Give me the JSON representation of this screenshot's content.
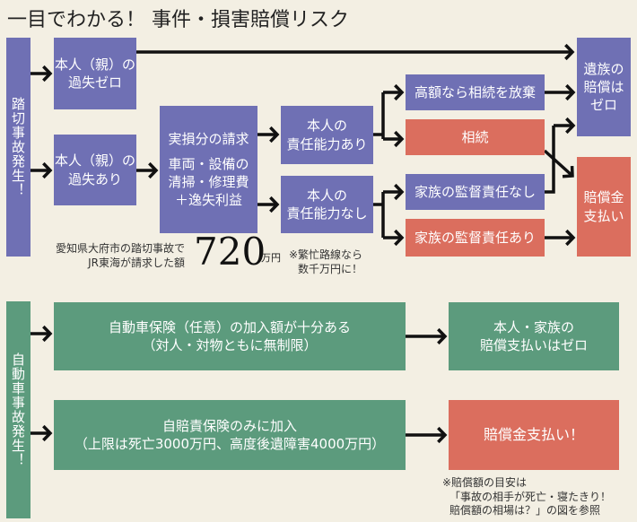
{
  "title": "一目でわかる！ 事件・損害賠償リスク",
  "rail": {
    "start": "踏切事故発生！",
    "fault_zero": [
      "本人（親）の",
      "過失ゼロ"
    ],
    "fault_yes": [
      "本人（親）の",
      "過失あり"
    ],
    "claim": [
      "実損分の請求",
      "車両・設備の",
      "清掃・修理費",
      "＋逸失利益"
    ],
    "capable": [
      "本人の",
      "責任能力あり"
    ],
    "incapable": [
      "本人の",
      "責任能力なし"
    ],
    "renounce": "高額なら相続を放棄",
    "inherit": "相続",
    "no_supervision": "家族の監督責任なし",
    "supervision": "家族の監督責任あり",
    "bereaved_zero": [
      "遺族の",
      "賠償は",
      "ゼロ"
    ],
    "pay": [
      "賠償金",
      "支払い"
    ],
    "case": [
      "愛知県大府市の踏切事故で",
      "JR東海が請求した額"
    ],
    "amount": "720",
    "unit": "万円",
    "busy_note": [
      "※繁忙路線なら",
      "数千万円に！"
    ]
  },
  "car": {
    "start": "自動車事故発生！",
    "voluntary": [
      "自動車保険（任意）の加入額が十分ある",
      "（対人・対物ともに無制限）"
    ],
    "compulsory": [
      "自賠責保険のみに加入",
      "（上限は死亡3000万円、高度後遺障害4000万円）"
    ],
    "zero": [
      "本人・家族の",
      "賠償支払いはゼロ"
    ],
    "pay": "賠償金支払い！",
    "note": [
      "※賠償額の目安は",
      "「事故の相手が死亡・寝たきり！",
      "賠償額の相場は？」の図を参照"
    ]
  },
  "colors": {
    "purple": "#6f70b4",
    "red": "#db6e5e",
    "green": "#5c9b7d",
    "background": "#f3efe3"
  }
}
